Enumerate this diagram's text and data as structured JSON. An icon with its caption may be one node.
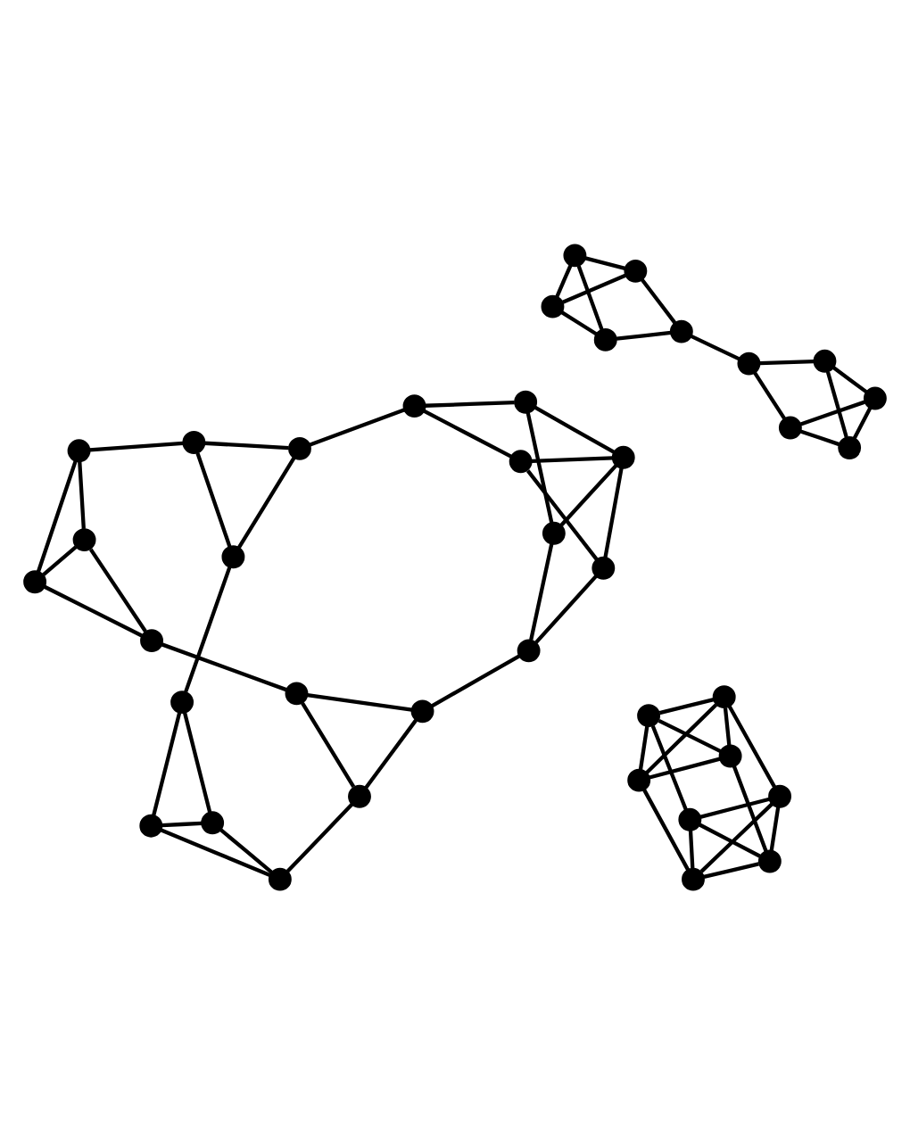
{
  "diagram": {
    "nodes": [
      {
        "text": [],
        "shape": "circle"
      },
      {
        "text": [],
        "shape": "circle"
      },
      {
        "text": [],
        "shape": "circle"
      },
      {
        "text": [],
        "shape": "circle"
      },
      {
        "text": [],
        "shape": "circle"
      },
      {
        "text": [],
        "shape": "circle"
      },
      {
        "text": [],
        "shape": "circle"
      },
      {
        "text": [],
        "shape": "circle"
      },
      {
        "text": [],
        "shape": "circle"
      },
      {
        "text": [],
        "shape": "circle"
      },
      {
        "text": [],
        "shape": "circle"
      },
      {
        "text": [],
        "shape": "circle"
      },
      {
        "text": [],
        "shape": "circle"
      },
      {
        "text": [],
        "shape": "circle"
      },
      {
        "text": [],
        "shape": "circle"
      },
      {
        "text": [],
        "shape": "circle"
      },
      {
        "text": [],
        "shape": "circle"
      },
      {
        "text": [],
        "shape": "circle"
      },
      {
        "text": [],
        "shape": "circle"
      },
      {
        "text": [],
        "shape": "circle"
      },
      {
        "text": [],
        "shape": "circle"
      },
      {
        "text": [],
        "shape": "circle"
      },
      {
        "text": [],
        "shape": "circle"
      },
      {
        "text": [],
        "shape": "circle"
      },
      {
        "text": [],
        "shape": "circle"
      },
      {
        "text": [],
        "shape": "circle"
      },
      {
        "text": [],
        "shape": "circle"
      },
      {
        "text": [],
        "shape": "circle"
      },
      {
        "text": [],
        "shape": "circle"
      },
      {
        "text": [],
        "shape": "circle"
      },
      {
        "text": [],
        "shape": "circle"
      },
      {
        "text": [],
        "shape": "circle"
      },
      {
        "text": [],
        "shape": "circle"
      },
      {
        "text": [],
        "shape": "circle"
      },
      {
        "text": [],
        "shape": "circle"
      },
      {
        "text": [],
        "shape": "circle"
      },
      {
        "text": [],
        "shape": "circle"
      },
      {
        "text": [],
        "shape": "circle"
      },
      {
        "text": [],
        "shape": "circle"
      }
    ],
    "edges": [
      {
        "from": 0,
        "to": 1,
        "arrow": "none"
      },
      {
        "from": 0,
        "to": 2,
        "arrow": "none"
      },
      {
        "from": 1,
        "to": 3,
        "arrow": "none"
      },
      {
        "from": 0,
        "to": 3,
        "arrow": "none"
      },
      {
        "from": 1,
        "to": 2,
        "arrow": "none"
      },
      {
        "from": 2,
        "to": 3,
        "arrow": "none"
      },
      {
        "from": 2,
        "to": 4,
        "arrow": "none"
      },
      {
        "from": 3,
        "to": 5,
        "arrow": "none"
      },
      {
        "from": 4,
        "to": 5,
        "arrow": "none"
      },
      {
        "from": 4,
        "to": 6,
        "arrow": "none"
      },
      {
        "from": 5,
        "to": 7,
        "arrow": "none"
      },
      {
        "from": 4,
        "to": 7,
        "arrow": "none"
      },
      {
        "from": 5,
        "to": 6,
        "arrow": "none"
      },
      {
        "from": 6,
        "to": 7,
        "arrow": "none"
      },
      {
        "from": 0,
        "to": 6,
        "arrow": "none"
      },
      {
        "from": 1,
        "to": 7,
        "arrow": "none"
      },
      {
        "from": 8,
        "to": 9,
        "arrow": "none"
      },
      {
        "from": 8,
        "to": 10,
        "arrow": "none"
      },
      {
        "from": 10,
        "to": 9,
        "arrow": "none"
      },
      {
        "from": 8,
        "to": 11,
        "arrow": "none"
      },
      {
        "from": 10,
        "to": 12,
        "arrow": "none"
      },
      {
        "from": 9,
        "to": 13,
        "arrow": "none"
      },
      {
        "from": 11,
        "to": 14,
        "arrow": "none"
      },
      {
        "from": 11,
        "to": 15,
        "arrow": "none"
      },
      {
        "from": 14,
        "to": 15,
        "arrow": "none"
      },
      {
        "from": 14,
        "to": 22,
        "arrow": "none"
      },
      {
        "from": 15,
        "to": 22,
        "arrow": "none"
      },
      {
        "from": 12,
        "to": 16,
        "arrow": "none"
      },
      {
        "from": 12,
        "to": 17,
        "arrow": "none"
      },
      {
        "from": 16,
        "to": 17,
        "arrow": "none"
      },
      {
        "from": 16,
        "to": 23,
        "arrow": "none"
      },
      {
        "from": 17,
        "to": 23,
        "arrow": "none"
      },
      {
        "from": 13,
        "to": 18,
        "arrow": "none"
      },
      {
        "from": 13,
        "to": 19,
        "arrow": "none"
      },
      {
        "from": 18,
        "to": 20,
        "arrow": "none"
      },
      {
        "from": 19,
        "to": 21,
        "arrow": "none"
      },
      {
        "from": 18,
        "to": 24,
        "arrow": "none"
      },
      {
        "from": 19,
        "to": 24,
        "arrow": "none"
      },
      {
        "from": 20,
        "to": 24,
        "arrow": "none"
      },
      {
        "from": 21,
        "to": 24,
        "arrow": "none"
      },
      {
        "from": 20,
        "to": 25,
        "arrow": "none"
      },
      {
        "from": 21,
        "to": 25,
        "arrow": "none"
      },
      {
        "from": 22,
        "to": 27,
        "arrow": "none"
      },
      {
        "from": 23,
        "to": 26,
        "arrow": "none"
      },
      {
        "from": 25,
        "to": 28,
        "arrow": "none"
      },
      {
        "from": 27,
        "to": 26,
        "arrow": "none"
      },
      {
        "from": 26,
        "to": 28,
        "arrow": "none"
      },
      {
        "from": 27,
        "to": 28,
        "arrow": "none"
      },
      {
        "from": 29,
        "to": 31,
        "arrow": "none"
      },
      {
        "from": 29,
        "to": 32,
        "arrow": "none"
      },
      {
        "from": 29,
        "to": 33,
        "arrow": "none"
      },
      {
        "from": 31,
        "to": 32,
        "arrow": "none"
      },
      {
        "from": 31,
        "to": 37,
        "arrow": "none"
      },
      {
        "from": 32,
        "to": 37,
        "arrow": "none"
      },
      {
        "from": 33,
        "to": 37,
        "arrow": "none"
      },
      {
        "from": 33,
        "to": 34,
        "arrow": "none"
      },
      {
        "from": 30,
        "to": 34,
        "arrow": "none"
      },
      {
        "from": 30,
        "to": 35,
        "arrow": "none"
      },
      {
        "from": 30,
        "to": 36,
        "arrow": "none"
      },
      {
        "from": 35,
        "to": 36,
        "arrow": "none"
      },
      {
        "from": 34,
        "to": 38,
        "arrow": "none"
      },
      {
        "from": 35,
        "to": 38,
        "arrow": "none"
      },
      {
        "from": 36,
        "to": 38,
        "arrow": "none"
      }
    ]
  }
}
